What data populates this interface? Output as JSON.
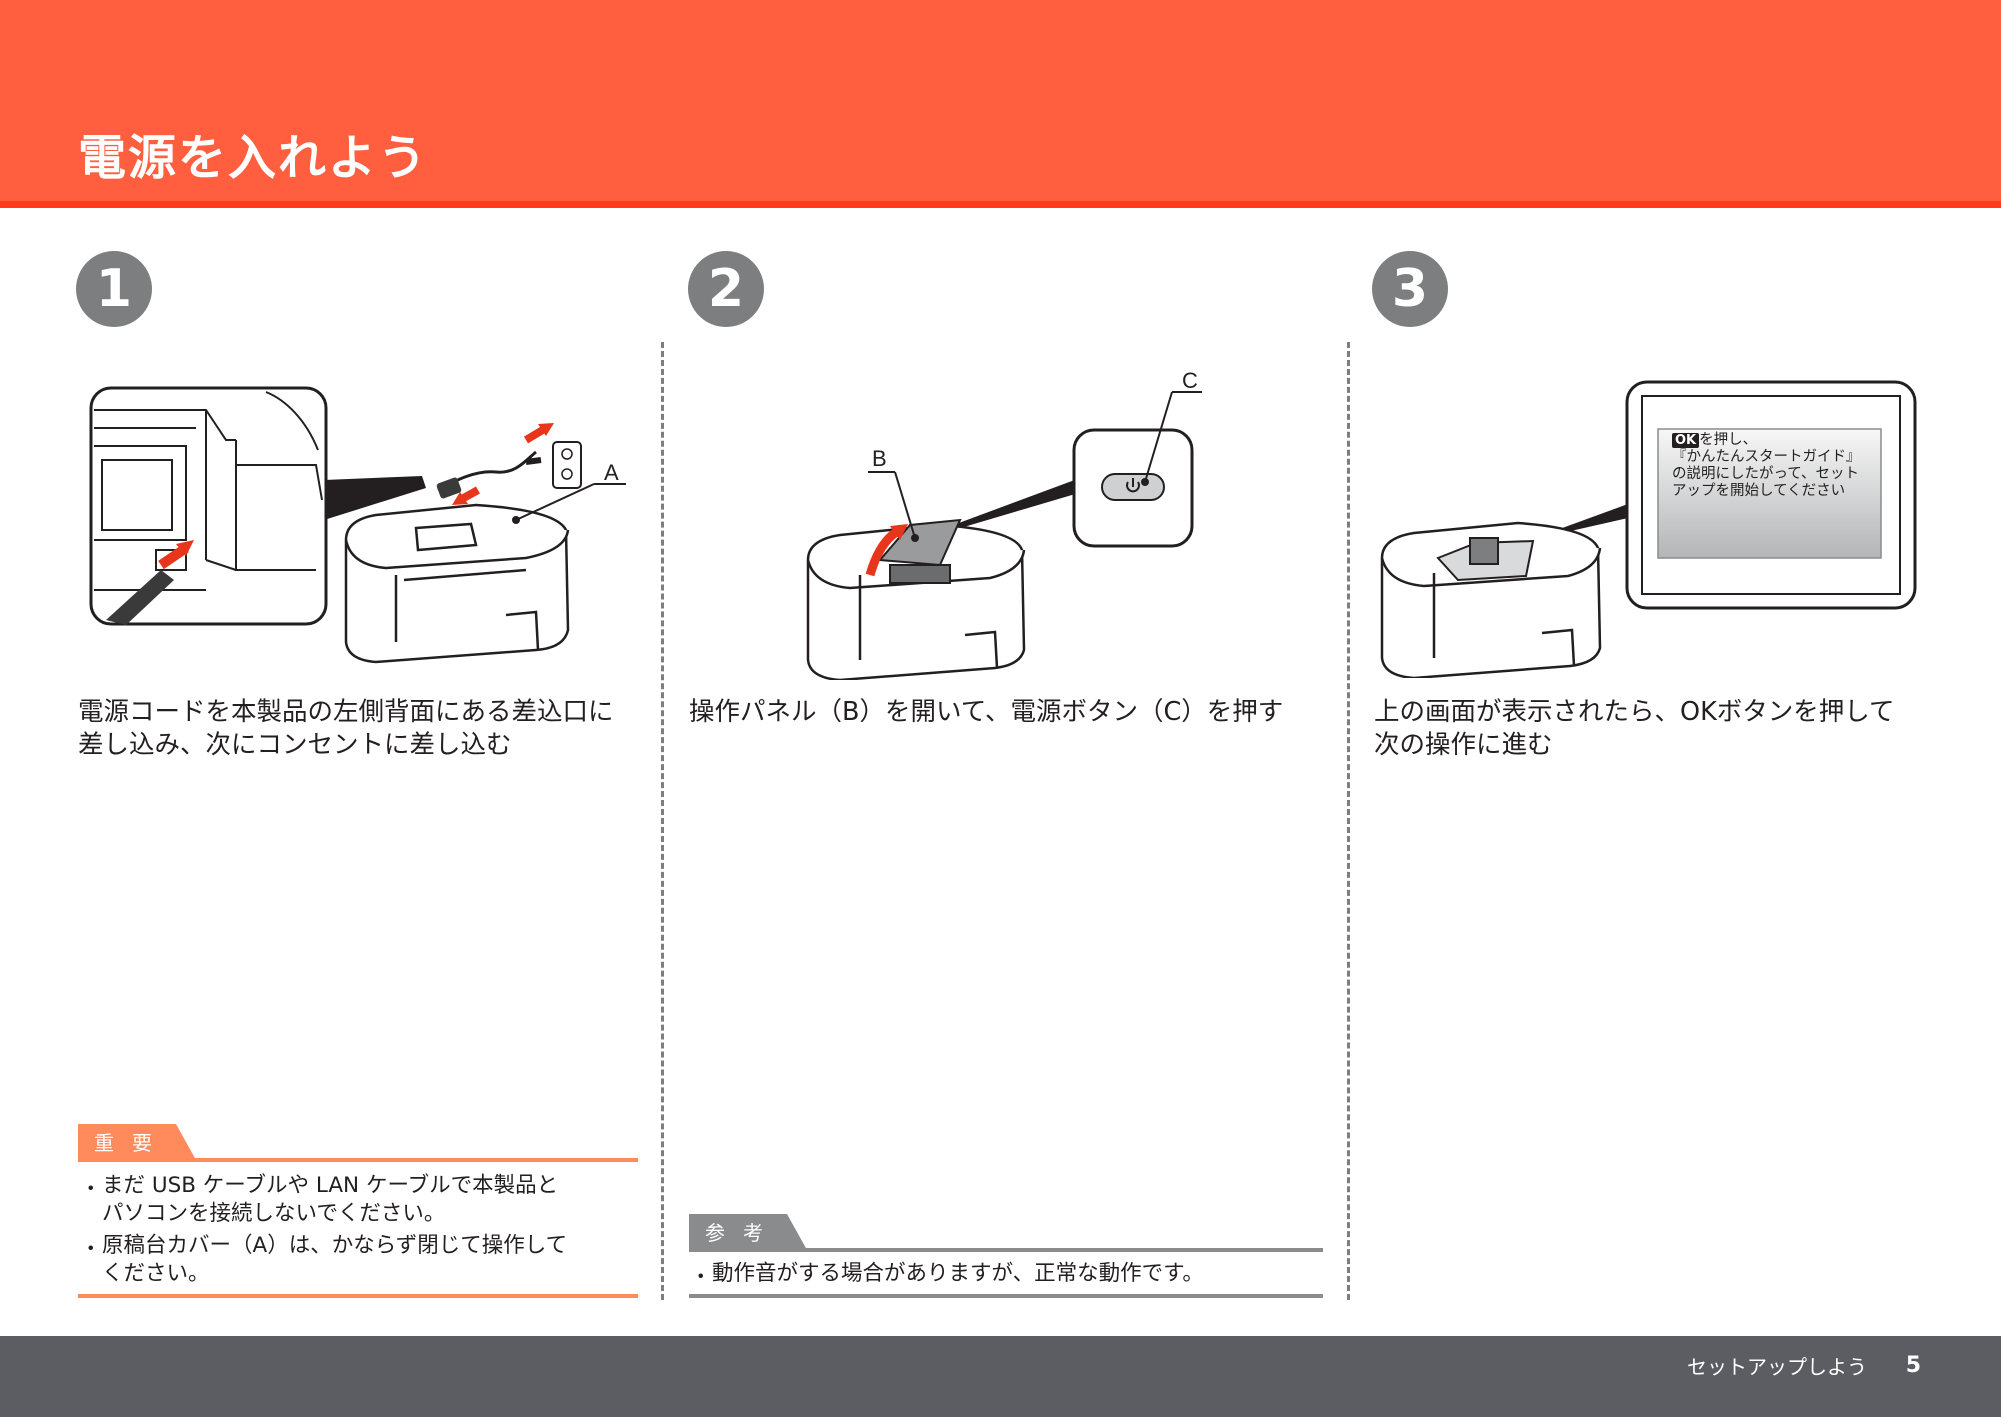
{
  "page": {
    "title": "電源を入れよう",
    "footer_label": "セットアップしよう",
    "page_number": "5"
  },
  "steps": [
    {
      "number": "1",
      "text_line1": "電源コードを本製品の左側背面にある差込口に",
      "text_line2": "差し込み、次にコンセントに差し込む",
      "callout_a": "A"
    },
    {
      "number": "2",
      "text_line1": "操作パネル（B）を開いて、電源ボタン（C）を押す",
      "callout_b": "B",
      "callout_c": "C"
    },
    {
      "number": "3",
      "text_line1": "上の画面が表示されたら、OKボタンを押して",
      "text_line2": "次の操作に進む",
      "screen": {
        "ok_key": "OK",
        "line1": "を押し、",
        "line2": "『かんたんスタートガイド』",
        "line3": "の説明にしたがって、セット",
        "line4": "アップを開始してください"
      }
    }
  ],
  "important": {
    "label": "重要",
    "items": [
      {
        "line1": "まだ USB ケーブルや LAN ケーブルで本製品と",
        "line2": "パソコンを接続しないでください。"
      },
      {
        "line1": "原稿台カバー（A）は、かならず閉じて操作して",
        "line2": "ください。"
      }
    ]
  },
  "reference": {
    "label": "参考",
    "items": [
      {
        "line1": "動作音がする場合がありますが、正常な動作です。"
      }
    ]
  },
  "colors": {
    "header": "#ff5e3f",
    "header_line": "#ff3b1e",
    "step_circle": "#7d7e80",
    "important_accent": "#ff8a5c",
    "reference_accent": "#8a8b8d",
    "footer": "#5c5c63",
    "arrow_red": "#e8361c"
  },
  "icons": {
    "power": "power-icon"
  }
}
